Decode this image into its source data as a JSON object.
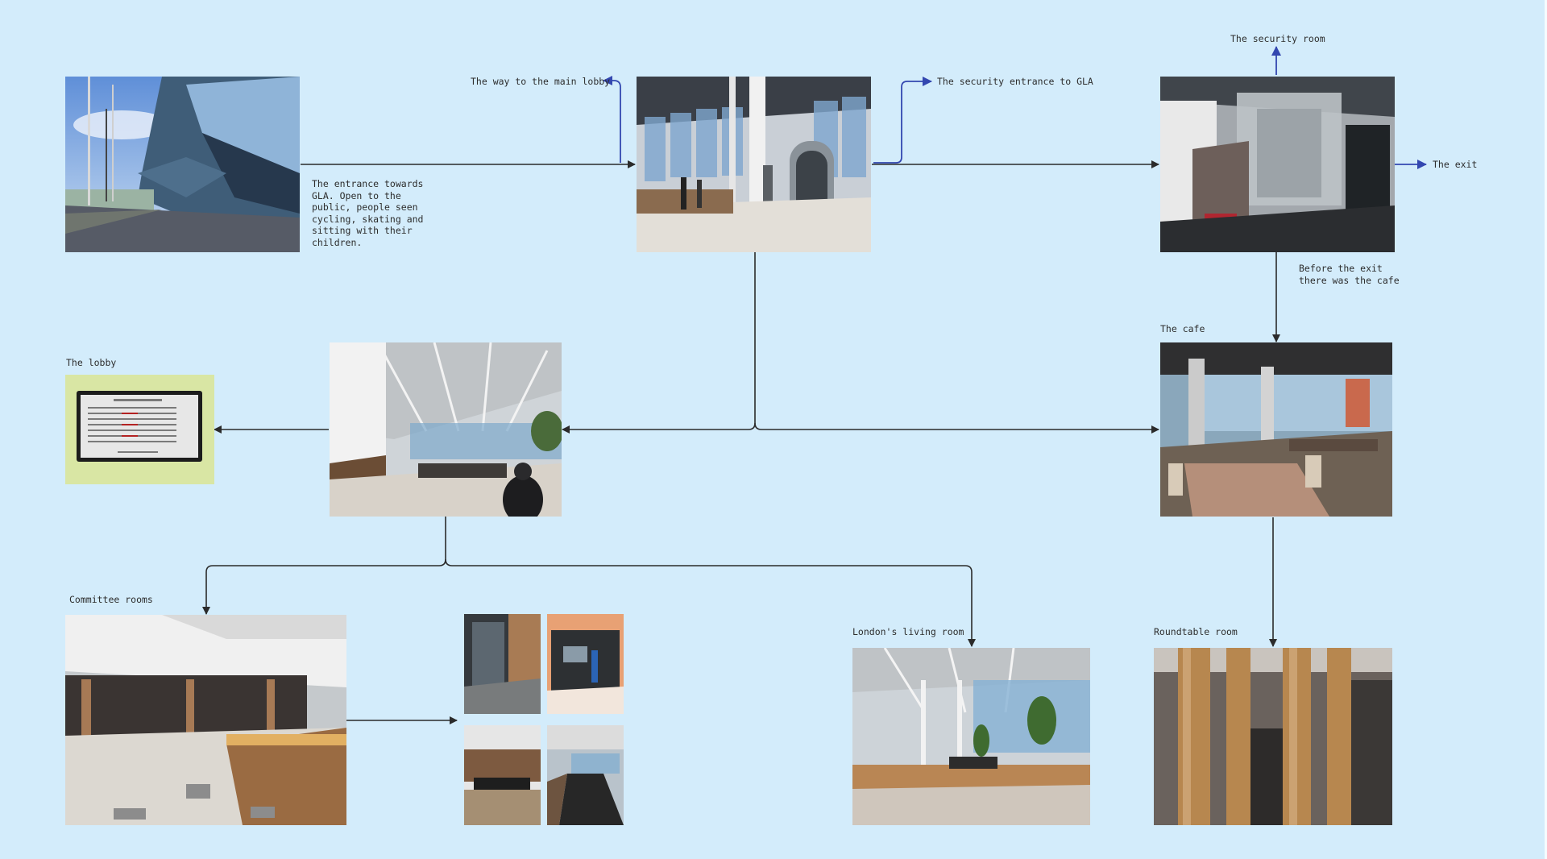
{
  "colors": {
    "background": "#d3ecfb",
    "connector": "#2b2b2b",
    "accent_arrow": "#3347b0"
  },
  "labels": {
    "entrance_note": "The entrance towards\nGLA. Open to the\npublic, people seen\ncycling, skating and\nsitting with their\nchildren.",
    "way_main_lobby": "The way to the main lobby",
    "security_entrance": "The security entrance to GLA",
    "security_room": "The security room",
    "exit": "The exit",
    "before_exit": "Before the exit\nthere was the cafe",
    "cafe": "The cafe",
    "lobby": "The lobby",
    "committee_rooms": "Committee rooms",
    "living_room": "London's living room",
    "roundtable_room": "Roundtable room"
  }
}
